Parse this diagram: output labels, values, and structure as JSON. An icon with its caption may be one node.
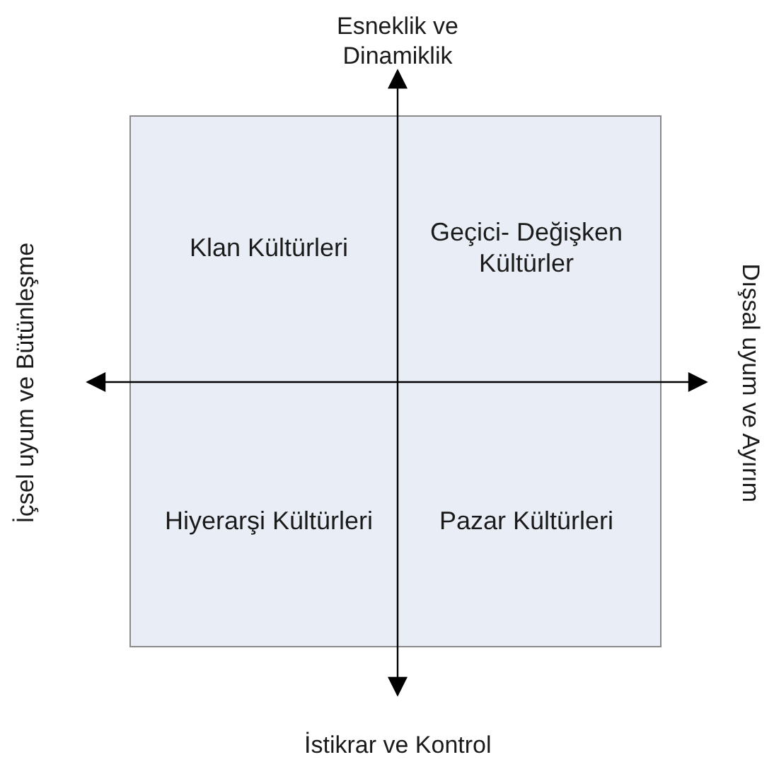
{
  "diagram": {
    "labels": [
      "Esneklik ve Dinamiklik",
      "İçsel uyum ve Bütünleşme",
      "Klan Kültürleri",
      "Geçici- Değişken Kültürler",
      "Dışsal uyum ve Ayırım",
      "Hiyerarşi Kültürleri",
      "Pazar Kültürleri",
      "İstikrar ve Kontrol"
    ]
  }
}
